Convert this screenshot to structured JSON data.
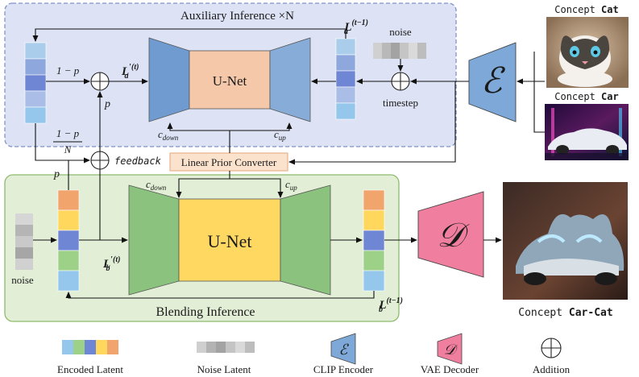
{
  "colors": {
    "aux_panel_fill": "#dde3f5",
    "aux_panel_stroke": "#7f93c9",
    "blend_panel_fill": "#e2efd6",
    "blend_panel_stroke": "#8dbb6c",
    "unet_aux_side": "#6f9bd1",
    "unet_aux_center": "#f5c8a9",
    "unet_blend_side": "#8bc27e",
    "unet_blend_center": "#ffd862",
    "clip_encoder": "#7da8d8",
    "vae_decoder": "#f07e9f",
    "converter_fill": "#fbe2cc",
    "converter_stroke": "#e3a778",
    "latent_blue_light": "#a9cdea",
    "latent_blue_mid": "#8ea8de",
    "latent_blue_dark": "#6e86d3",
    "latent_orange": "#f2a46d",
    "latent_yellow": "#ffd75c",
    "latent_green": "#9cd187",
    "latent_sky": "#95c6ec"
  },
  "aux": {
    "title": "Auxiliary Inference ×N",
    "unet_label": "U-Net",
    "la_prime": "L",
    "la_prime_sub": "a",
    "la_prime_sup": "′(t)",
    "la_out": "L",
    "la_out_sub": "a",
    "la_out_sup": "(t−1)",
    "one_minus_p": "1 − p",
    "p_label": "p",
    "c_down": "c",
    "c_down_sub": "down",
    "c_up": "c",
    "c_up_sub": "up",
    "noise_label": "noise",
    "timestep_label": "timestep"
  },
  "converter": {
    "label": "Linear Prior Converter"
  },
  "feedback": {
    "frac_num": "1 − p",
    "frac_den": "N",
    "label": "feedback",
    "p_label": "p"
  },
  "blend": {
    "title": "Blending Inference",
    "unet_label": "U-Net",
    "lb_prime": "L",
    "lb_prime_sub": "b",
    "lb_prime_sup": "′(t)",
    "lb_out": "L",
    "lb_out_sub": "b",
    "lb_out_sup": "(t−1)",
    "c_down": "c",
    "c_down_sub": "down",
    "c_up": "c",
    "c_up_sub": "up",
    "noise_label": "noise"
  },
  "concepts": {
    "cat_prefix": "Concept ",
    "cat_name": "Cat",
    "car_prefix": "Concept ",
    "car_name": "Car",
    "carcat_prefix": "Concept ",
    "carcat_name": "Car-Cat"
  },
  "encoder_glyph": "ℰ",
  "decoder_glyph": "𝒟",
  "legend": {
    "encoded_latent": "Encoded Latent",
    "noise_latent": "Noise Latent",
    "clip_encoder": "CLIP Encoder",
    "vae_decoder": "VAE Decoder",
    "addition": "Addition"
  }
}
